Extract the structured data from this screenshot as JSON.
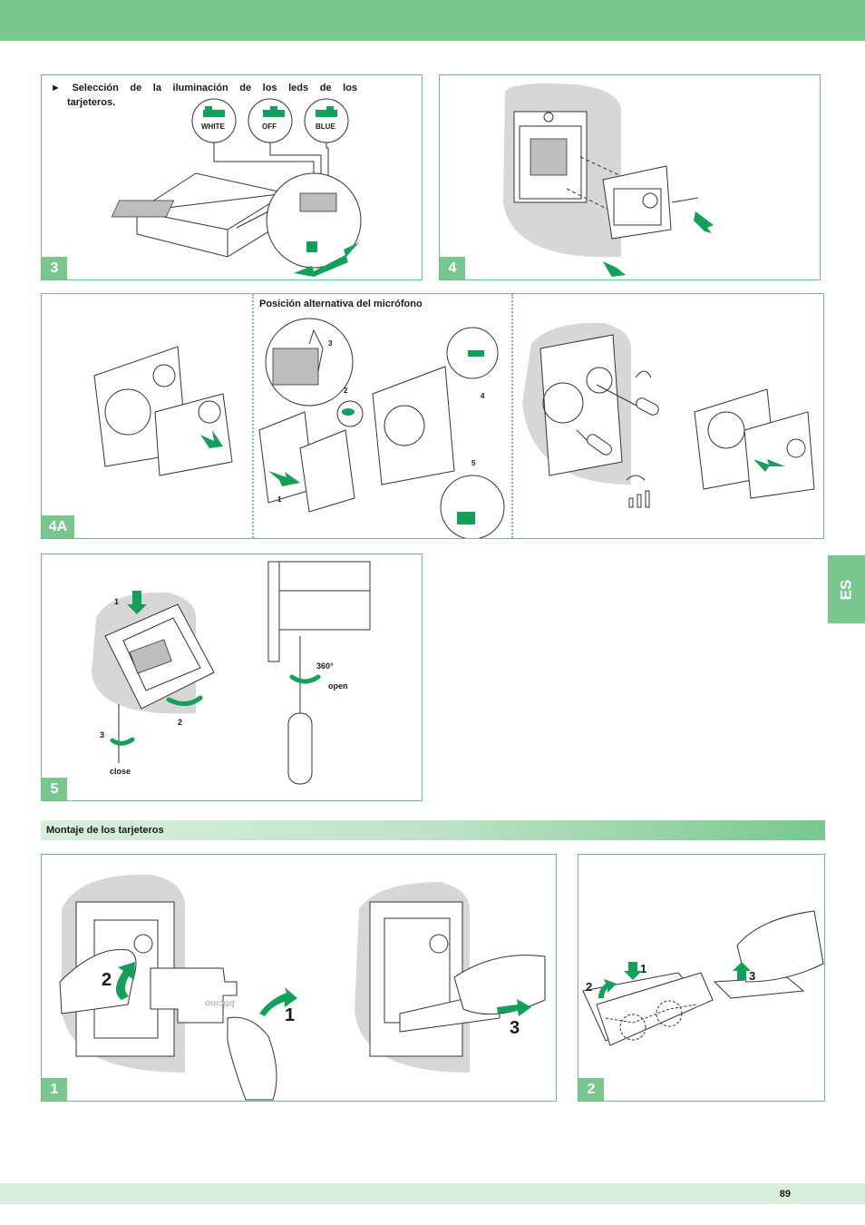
{
  "page": {
    "number": "89",
    "language_tab": "ES"
  },
  "panel3": {
    "step": "3",
    "title_line1": "► Selección de la iluminación de los leds de los",
    "title_line2": "tarjeteros.",
    "led_options": [
      "WHITE",
      "OFF",
      "BLUE"
    ]
  },
  "panel4": {
    "step": "4"
  },
  "panel4a": {
    "step": "4A",
    "title": "Posición alternativa del micrófono",
    "callouts": [
      "1",
      "2",
      "3",
      "4",
      "5"
    ]
  },
  "panel5": {
    "step": "5",
    "callouts": [
      "1",
      "2",
      "3"
    ],
    "angle_label": "360°",
    "open_label": "open",
    "close_label": "close"
  },
  "section": {
    "title": "Montaje de los tarjeteros"
  },
  "panel1": {
    "step": "1",
    "callouts": [
      "1",
      "2",
      "3"
    ],
    "logo_text": "bticino"
  },
  "panel2": {
    "step": "2",
    "callouts": [
      "1",
      "2",
      "3"
    ]
  },
  "colors": {
    "accent": "#79c78e",
    "arrow": "#14a05a",
    "border": "#6fbf85"
  }
}
